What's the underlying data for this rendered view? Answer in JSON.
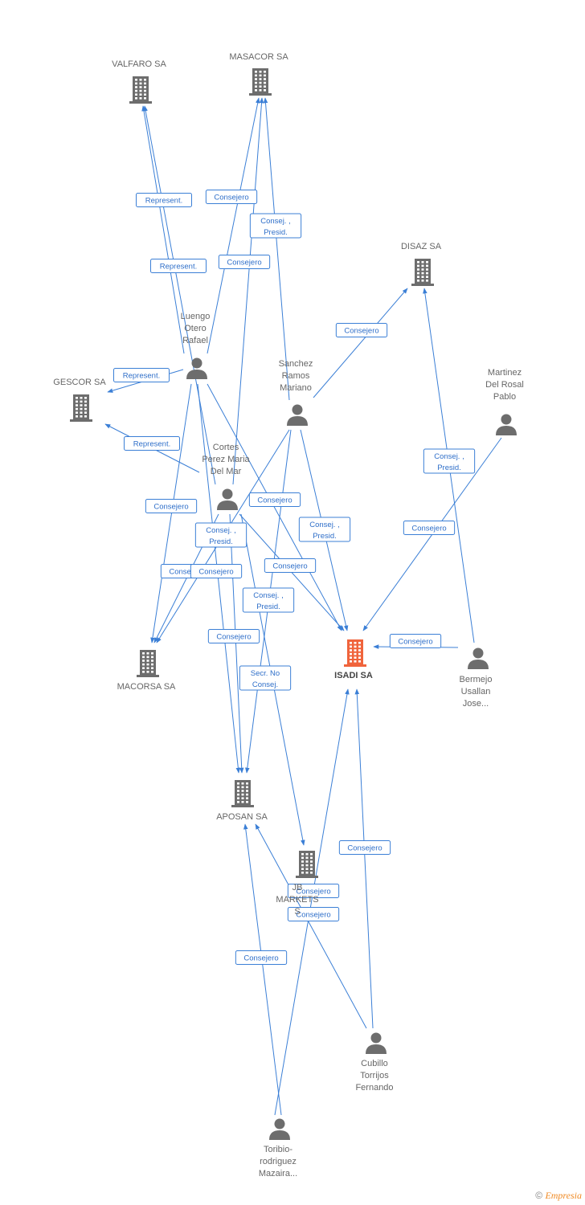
{
  "colors": {
    "accent": "#3b7fd6",
    "company": "#6d6d6d",
    "main": "#f0643c",
    "person": "#6d6d6d"
  },
  "nodes": [
    {
      "id": "valfaro",
      "type": "company",
      "label": [
        "VALFARO SA"
      ]
    },
    {
      "id": "masacor",
      "type": "company",
      "label": [
        "MASACOR SA"
      ]
    },
    {
      "id": "disaz",
      "type": "company",
      "label": [
        "DISAZ SA"
      ]
    },
    {
      "id": "gescor",
      "type": "company",
      "label": [
        "GESCOR SA"
      ]
    },
    {
      "id": "macorsa",
      "type": "company",
      "label": [
        "MACORSA SA"
      ]
    },
    {
      "id": "isadi",
      "type": "main",
      "label": [
        "ISADI SA"
      ]
    },
    {
      "id": "aposan",
      "type": "company",
      "label": [
        "APOSAN SA"
      ]
    },
    {
      "id": "jb",
      "type": "company",
      "label": [
        "JB",
        "MARKETS",
        "S"
      ]
    },
    {
      "id": "luengo",
      "type": "person",
      "label": [
        "Luengo",
        "Otero",
        "Rafael"
      ]
    },
    {
      "id": "sanchez",
      "type": "person",
      "label": [
        "Sanchez",
        "Ramos",
        "Mariano"
      ]
    },
    {
      "id": "martinez",
      "type": "person",
      "label": [
        "Martinez",
        "Del Rosal",
        "Pablo"
      ]
    },
    {
      "id": "cortes",
      "type": "person",
      "label": [
        "Cortes",
        "Perez Maria",
        "Del Mar"
      ]
    },
    {
      "id": "bermejo",
      "type": "person",
      "label": [
        "Bermejo",
        "Usallan",
        "Jose..."
      ]
    },
    {
      "id": "cubillo",
      "type": "person",
      "label": [
        "Cubillo",
        "Torrijos",
        "Fernando"
      ]
    },
    {
      "id": "toribio",
      "type": "person",
      "label": [
        "Toribio-",
        "rodriguez",
        "Mazaira..."
      ]
    }
  ],
  "edges": [
    {
      "from": "luengo",
      "to": "valfaro",
      "label": [
        "Represent."
      ]
    },
    {
      "from": "cortes",
      "to": "valfaro",
      "label": [
        "Represent."
      ]
    },
    {
      "from": "luengo",
      "to": "masacor",
      "label": [
        "Consejero"
      ]
    },
    {
      "from": "cortes",
      "to": "masacor",
      "label": [
        "Consejero"
      ]
    },
    {
      "from": "sanchez",
      "to": "masacor",
      "label": [
        "Consej. ,",
        "Presid."
      ]
    },
    {
      "from": "sanchez",
      "to": "disaz",
      "label": [
        "Consejero"
      ]
    },
    {
      "from": "bermejo",
      "to": "disaz",
      "label": [
        "Consej. ,",
        "Presid."
      ]
    },
    {
      "from": "luengo",
      "to": "gescor",
      "label": [
        "Represent."
      ]
    },
    {
      "from": "cortes",
      "to": "gescor",
      "label": [
        "Represent."
      ]
    },
    {
      "from": "luengo",
      "to": "macorsa",
      "label": [
        "Consejero"
      ]
    },
    {
      "from": "cortes",
      "to": "macorsa",
      "label": [
        "Consej. ,",
        "Presid."
      ]
    },
    {
      "from": "sanchez",
      "to": "macorsa",
      "label": [
        "Consejero"
      ]
    },
    {
      "from": "luengo",
      "to": "isadi",
      "label": [
        "Consejero"
      ]
    },
    {
      "from": "sanchez",
      "to": "isadi",
      "label": [
        "Consej. ,",
        "Presid."
      ]
    },
    {
      "from": "cortes",
      "to": "isadi",
      "label": [
        "Consejero"
      ]
    },
    {
      "from": "martinez",
      "to": "isadi",
      "label": [
        "Consejero"
      ]
    },
    {
      "from": "bermejo",
      "to": "isadi",
      "label": [
        "Consejero"
      ]
    },
    {
      "from": "cubillo",
      "to": "isadi",
      "label": [
        "Consejero"
      ]
    },
    {
      "from": "toribio",
      "to": "isadi",
      "label": [
        "Consejero"
      ]
    },
    {
      "from": "luengo",
      "to": "aposan",
      "label": [
        "Consejero"
      ]
    },
    {
      "from": "cortes",
      "to": "aposan",
      "label": [
        "Consejero"
      ]
    },
    {
      "from": "sanchez",
      "to": "aposan",
      "label": [
        "Consej. ,",
        "Presid."
      ]
    },
    {
      "from": "cubillo",
      "to": "aposan",
      "label": [
        "Consejero"
      ]
    },
    {
      "from": "toribio",
      "to": "aposan",
      "label": [
        "Consejero"
      ]
    },
    {
      "from": "cortes",
      "to": "jb",
      "label": [
        "Secr.  No",
        "Consej."
      ]
    }
  ],
  "footer": {
    "copyright": "©",
    "brand": "Empresia"
  }
}
